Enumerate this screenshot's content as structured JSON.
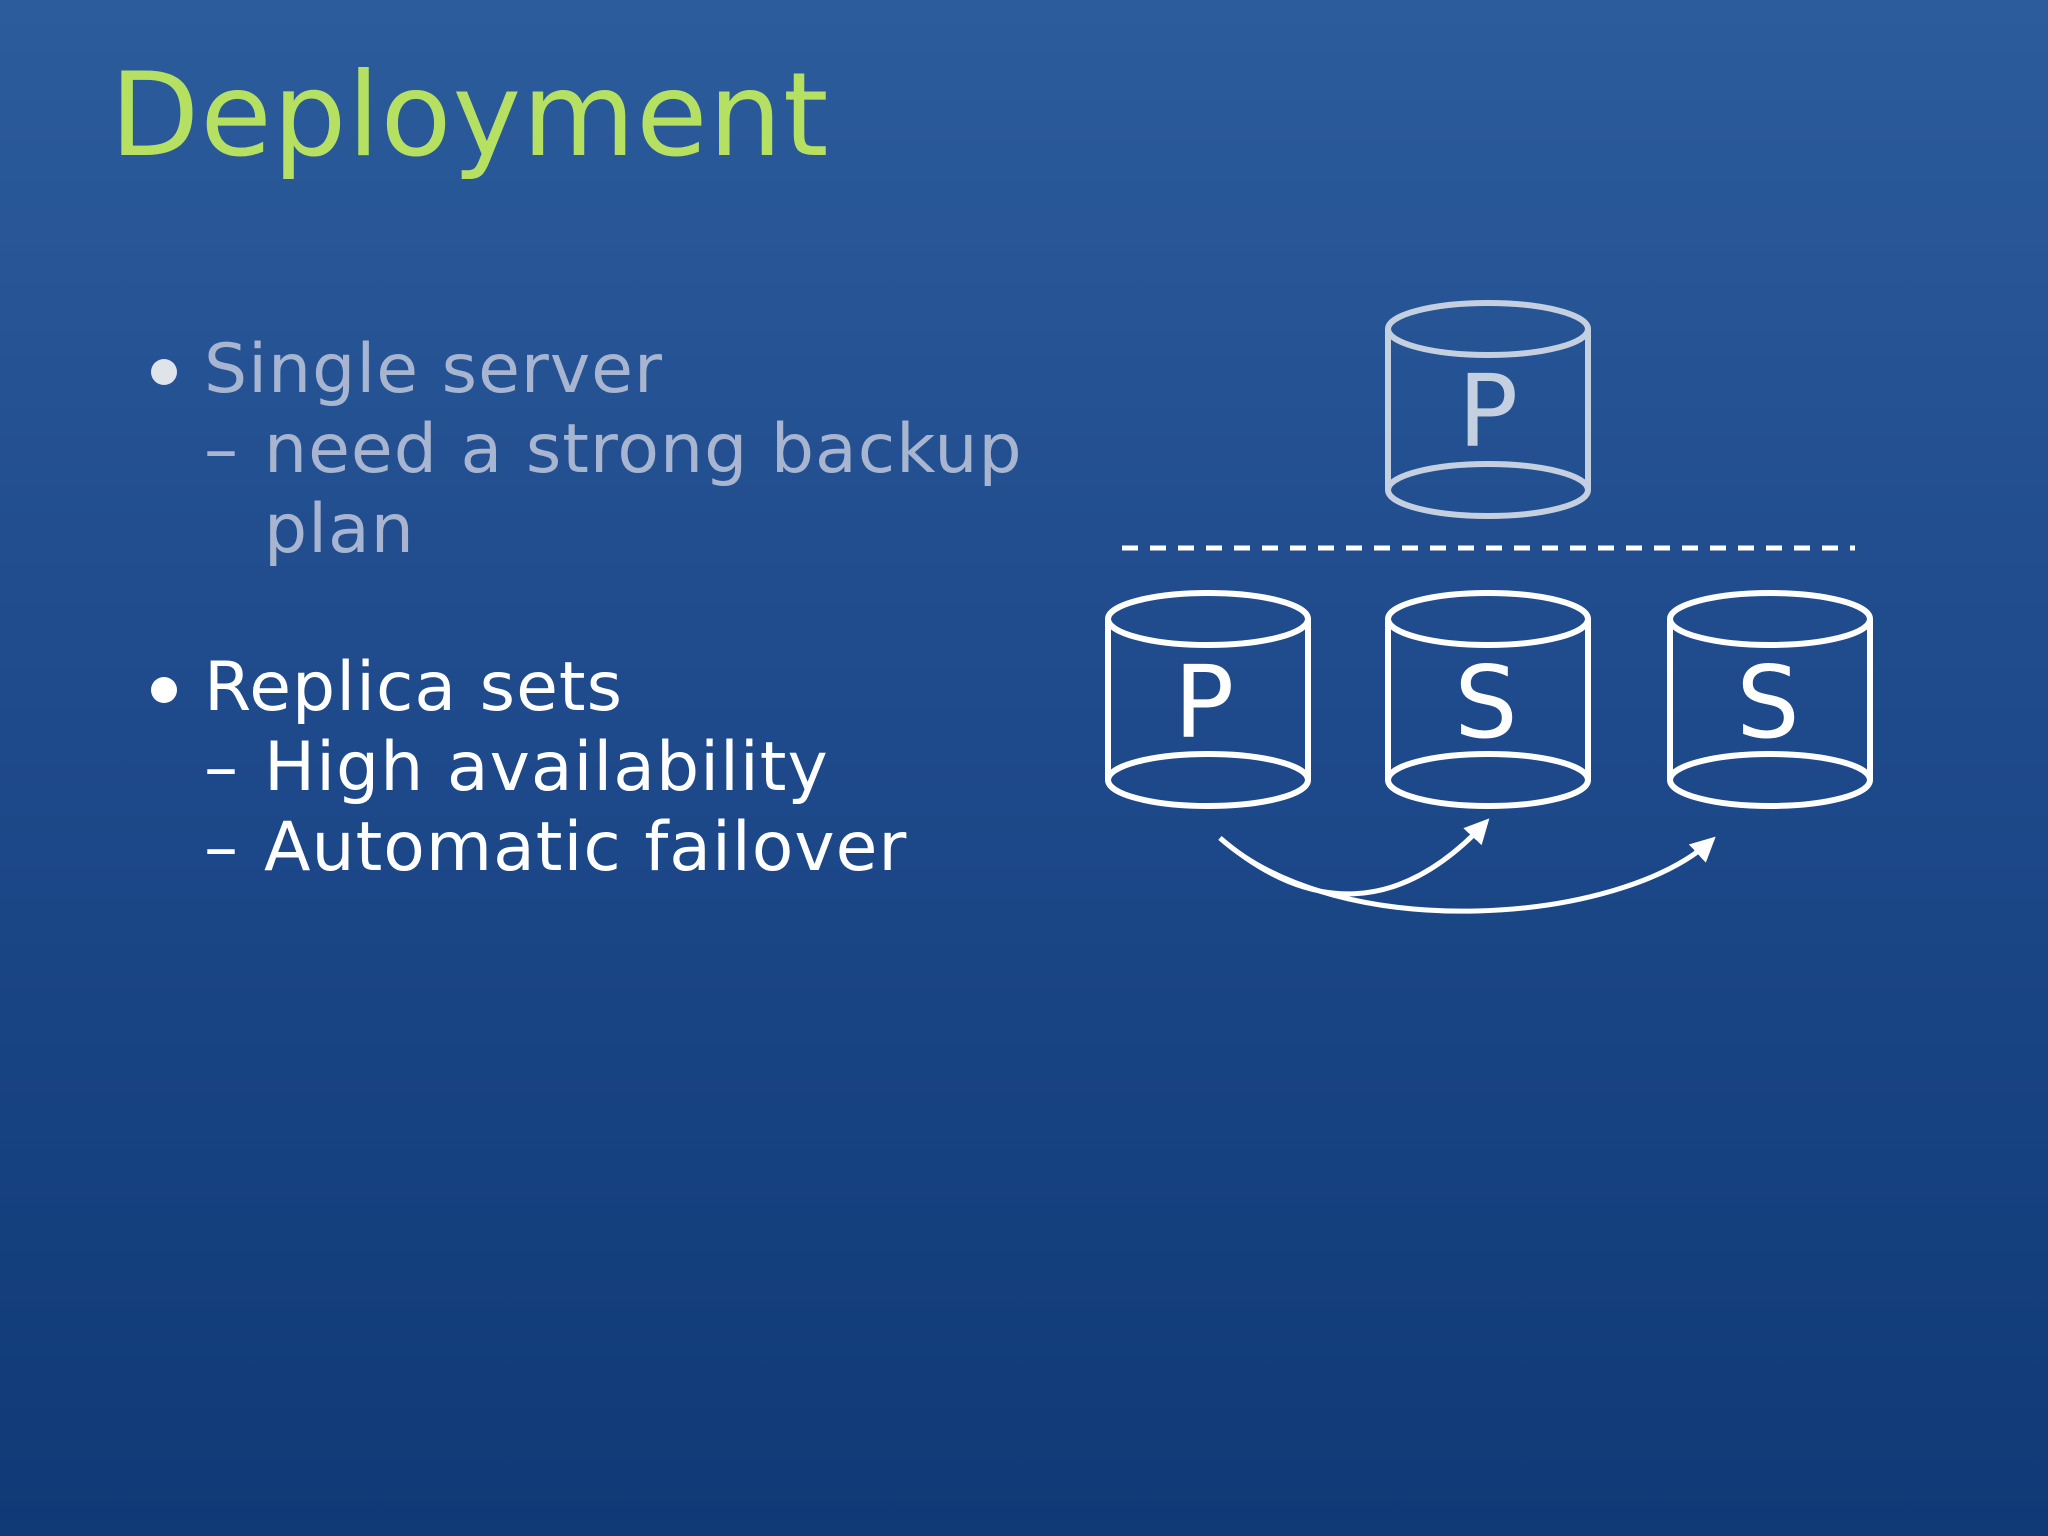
{
  "slide": {
    "title": "Deployment"
  },
  "bullets": [
    {
      "text": "Single server",
      "sub": [
        "need a strong backup plan"
      ],
      "dimmed": true
    },
    {
      "text": "Replica sets",
      "sub": [
        "High availability",
        "Automatic failover"
      ],
      "dimmed": false
    }
  ],
  "sub_marker": "–",
  "diagram": {
    "single_server_node": "P",
    "replica_set_nodes": [
      "P",
      "S",
      "S"
    ],
    "colors": {
      "dim_stroke": "#c4cfe0",
      "bright_stroke": "#ffffff"
    }
  },
  "colors": {
    "title": "#b5e061",
    "background_top": "#2c5c9c",
    "background_bottom": "#0f3a76"
  }
}
